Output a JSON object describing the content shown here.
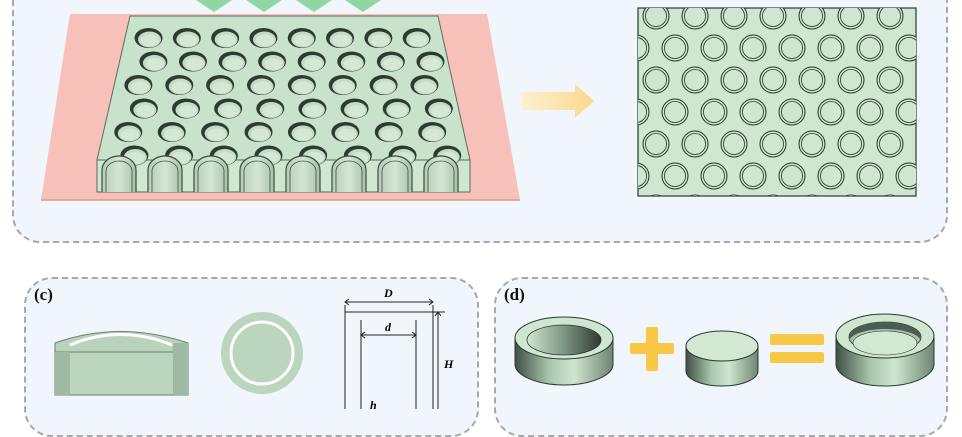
{
  "panels": {
    "c": {
      "label": "(c)"
    },
    "d": {
      "label": "(d)"
    }
  },
  "dimensions": {
    "outer_diameter": "D",
    "inner_diameter": "d",
    "height": "H",
    "bottom": "h"
  },
  "colors": {
    "panel_bg": "#f1f5fc",
    "panel_border": "#a8a8a8",
    "mint": "#cfe6d0",
    "mint_dark": "#8fae96",
    "substrate": "#f7c0b8",
    "arrow_right": "#fbe2a8",
    "arrow_down": "#8fd6a2",
    "plus_equals": "#f9c945"
  }
}
